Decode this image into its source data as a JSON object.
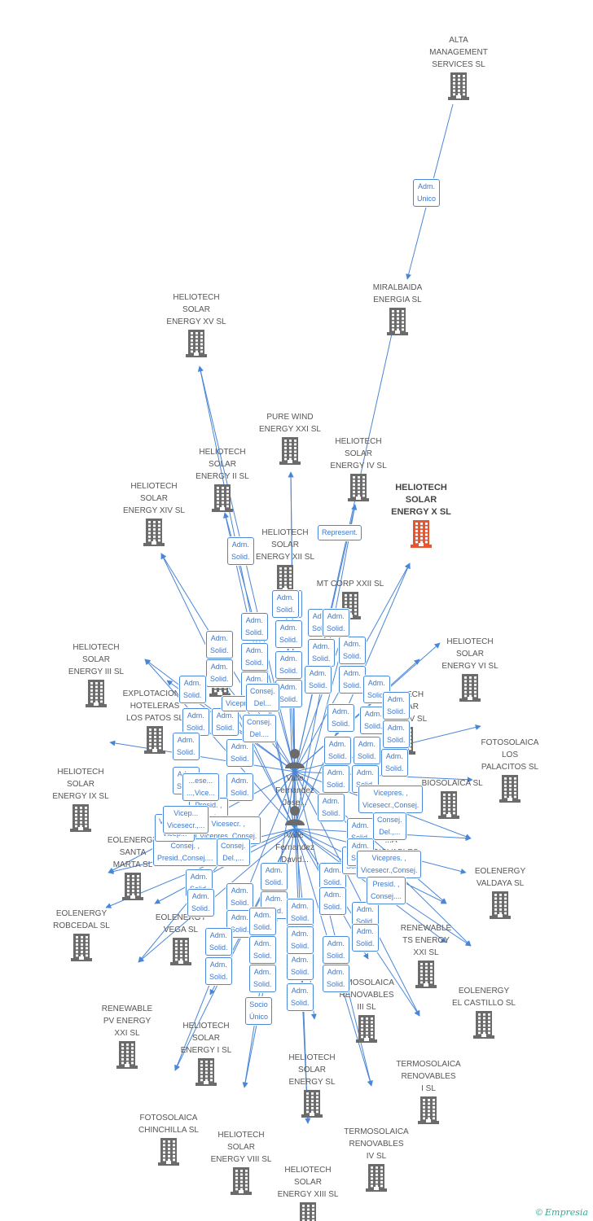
{
  "colors": {
    "edge": "#4a86d8",
    "building": "#6b6b6b",
    "main": "#e8552e",
    "rel_text": "#3d78cc"
  },
  "nodes": [
    {
      "id": "alta",
      "label": "ALTA\nMANAGEMENT\nSERVICES SL",
      "main": false
    },
    {
      "id": "miral",
      "label": "MIRALBAIDA\nENERGIA SL",
      "main": false
    },
    {
      "id": "h15",
      "label": "HELIOTECH\nSOLAR\nENERGY XV SL",
      "main": false
    },
    {
      "id": "pure",
      "label": "PURE WIND\nENERGY XXI SL",
      "main": false
    },
    {
      "id": "h2",
      "label": "HELIOTECH\nSOLAR\nENERGY II SL",
      "main": false
    },
    {
      "id": "h4",
      "label": "HELIOTECH\nSOLAR\nENERGY IV SL",
      "main": false
    },
    {
      "id": "h10",
      "label": "HELIOTECH\nSOLAR\nENERGY X SL",
      "main": true
    },
    {
      "id": "h14",
      "label": "HELIOTECH\nSOLAR\nENERGY XIV SL",
      "main": false
    },
    {
      "id": "h12",
      "label": "HELIOTECH\nSOLAR\nENERGY XII SL",
      "main": false
    },
    {
      "id": "mt",
      "label": "MT CORP XXII SL",
      "main": false
    },
    {
      "id": "h3",
      "label": "HELIOTECH\nSOLAR\nENERGY III SL",
      "main": false
    },
    {
      "id": "eolvald",
      "label": "EOL...\nVALD...",
      "main": false
    },
    {
      "id": "h6",
      "label": "HELIOTECH\nSOLAR\nENERGY VI SL",
      "main": false
    },
    {
      "id": "explo",
      "label": "EXPLOTACION...\nHOTELERAS\nLOS PATOS SL",
      "main": false
    },
    {
      "id": "h5",
      "label": "...IOTECH\nSOLAR\n...RGY V SL",
      "main": false
    },
    {
      "id": "fpal",
      "label": "FOTOSOLAICA\nLOS\nPALACITOS SL",
      "main": false
    },
    {
      "id": "h9",
      "label": "HELIOTECH\nSOLAR\nENERGY IX SL",
      "main": false
    },
    {
      "id": "bios",
      "label": "...BIOSOLAICA SL",
      "main": false
    },
    {
      "id": "esm",
      "label": "EOLENERGY\nSANTA\nMARTA SL",
      "main": false
    },
    {
      "id": "evaldaya",
      "label": "EOLENERGY\nVALDAYA SL",
      "main": false
    },
    {
      "id": "erob",
      "label": "EOLENERGY\nROBCEDAL SL",
      "main": false
    },
    {
      "id": "evega",
      "label": "EOLENERGY\nVEGA SL",
      "main": false
    },
    {
      "id": "rts",
      "label": "RENEWABLE\nTS ENERGY\nXXI SL",
      "main": false
    },
    {
      "id": "ecast",
      "label": "EOLENERGY\nEL CASTILLO SL",
      "main": false
    },
    {
      "id": "rpv",
      "label": "RENEWABLE\nPV ENERGY\nXXI SL",
      "main": false
    },
    {
      "id": "tr3",
      "label": "...MOSOLAICA\nRENOVABLES\nIII SL",
      "main": false
    },
    {
      "id": "h1",
      "label": "HELIOTECH\nSOLAR\nENERGY I SL",
      "main": false
    },
    {
      "id": "hsol",
      "label": "HELIOTECH\nSOLAR\nENERGY SL",
      "main": false
    },
    {
      "id": "tr1",
      "label": "TERMOSOLAICA\nRENOVABLES\nI SL",
      "main": false
    },
    {
      "id": "fchin",
      "label": "FOTOSOLAICA\nCHINCHILLA SL",
      "main": false
    },
    {
      "id": "h8",
      "label": "HELIOTECH\nSOLAR\nENERGY VIII SL",
      "main": false
    },
    {
      "id": "tr4",
      "label": "TERMOSOLAICA\nRENOVABLES\nIV SL",
      "main": false
    },
    {
      "id": "h13",
      "label": "HELIOTECH\nSOLAR\nENERGY XIII SL",
      "main": false
    },
    {
      "id": "tren",
      "label": "...A\nRENOVABLES",
      "main": false
    }
  ],
  "persons": [
    {
      "id": "p1",
      "label": "Valle\nFernandez\nJose..."
    },
    {
      "id": "p2",
      "label": "Valle\nFernandez\nDavid..."
    }
  ],
  "relations": [
    {
      "id": "r_alta",
      "text": "Adm.\nUnico"
    },
    {
      "id": "r_rep",
      "text": "Represent."
    },
    {
      "id": "r1",
      "text": "Adm.\nSolid."
    },
    {
      "id": "r2",
      "text": "Adm.\nSolid."
    },
    {
      "id": "r3",
      "text": "Adm.\nSolid."
    },
    {
      "id": "r4",
      "text": "Adm.\nSolid."
    },
    {
      "id": "r5",
      "text": "Adm.\nSolid."
    },
    {
      "id": "r6",
      "text": "Adm.\nSolid."
    },
    {
      "id": "r7",
      "text": "Adm.\nSolid."
    },
    {
      "id": "r8",
      "text": "Adm.\nSolid."
    },
    {
      "id": "r9",
      "text": "Adm.\nSolid."
    },
    {
      "id": "r10",
      "text": "Adm.\nSolid."
    },
    {
      "id": "r11",
      "text": "Adm.\nSolid."
    },
    {
      "id": "r12",
      "text": "Adm.\nSolid."
    },
    {
      "id": "r13",
      "text": "Adm.\nSolid."
    },
    {
      "id": "r14",
      "text": "Adm.\nSolid."
    },
    {
      "id": "r15",
      "text": "Adm.\nSolid."
    },
    {
      "id": "r16",
      "text": "Adm.\nSolid."
    },
    {
      "id": "r17",
      "text": "Adm.\nSolid."
    },
    {
      "id": "r18",
      "text": "Adm.\nSolid."
    },
    {
      "id": "r19",
      "text": "Adm.\nSolid."
    },
    {
      "id": "r20",
      "text": "Adm.\nSolid."
    },
    {
      "id": "r21",
      "text": "Adm.\nSolid."
    },
    {
      "id": "r22",
      "text": "Adm.\nSolid."
    },
    {
      "id": "r23",
      "text": "Adm.\nSolid."
    },
    {
      "id": "r24",
      "text": "Adm.\nSolid."
    },
    {
      "id": "r25",
      "text": "Adm.\nSolid."
    },
    {
      "id": "r26",
      "text": "Adm.\nSolid."
    },
    {
      "id": "r27",
      "text": "Adm.\nSolid."
    },
    {
      "id": "r28",
      "text": "Adm.\nSolid."
    },
    {
      "id": "r29",
      "text": "Adm.\nSolid."
    },
    {
      "id": "r30",
      "text": "Adm.\nSolid."
    },
    {
      "id": "r31",
      "text": "Adm.\nSolid."
    },
    {
      "id": "r32",
      "text": "Adm.\nSolid."
    },
    {
      "id": "r33",
      "text": "Adm.\nSolid."
    },
    {
      "id": "r34",
      "text": "Adm.\nSolid."
    },
    {
      "id": "r35",
      "text": "Adm.\nSolid."
    },
    {
      "id": "r36",
      "text": "Adm.\nSolid."
    },
    {
      "id": "r37",
      "text": "Adm.\nSolid."
    },
    {
      "id": "r38",
      "text": "Adm.\nSolid."
    },
    {
      "id": "r39",
      "text": "Adm.\nSolid."
    },
    {
      "id": "r40",
      "text": "Adm.\nSolid."
    },
    {
      "id": "r41",
      "text": "Adm.\nSolid."
    },
    {
      "id": "r42",
      "text": "Adm.\nSolid."
    },
    {
      "id": "r43",
      "text": "Adm.\nSolid."
    },
    {
      "id": "r44",
      "text": "Adm.\nSolid."
    },
    {
      "id": "r45",
      "text": "Adm.\nSolid."
    },
    {
      "id": "r46",
      "text": "Adm.\nSolid."
    },
    {
      "id": "r47",
      "text": "Adm.\nSolid."
    },
    {
      "id": "r48",
      "text": "Adm.\nSolid."
    },
    {
      "id": "r49",
      "text": "Adm.\nSolid."
    },
    {
      "id": "r50",
      "text": "Adm.\nSolid."
    },
    {
      "id": "r51",
      "text": "Adm.\nSolid."
    },
    {
      "id": "r52",
      "text": "Adm.\nSolid."
    },
    {
      "id": "r53",
      "text": "Adm.\nSolid."
    },
    {
      "id": "r54",
      "text": "Adm.\nSolid."
    },
    {
      "id": "r55",
      "text": "Adm.\nSolid."
    },
    {
      "id": "r56",
      "text": "Adm.\nSolid."
    },
    {
      "id": "r57",
      "text": "Adm.\nSolid."
    },
    {
      "id": "r58",
      "text": "Adm.\nSolid."
    },
    {
      "id": "r59",
      "text": "Adm.\nSolid."
    },
    {
      "id": "r60",
      "text": "Adm.\nSolid."
    },
    {
      "id": "rc1",
      "text": "Consej.\nDel...."
    },
    {
      "id": "rc2",
      "text": "Vicepres.,Vi..."
    },
    {
      "id": "rc3",
      "text": "Consej.\nDel..."
    },
    {
      "id": "rc4",
      "text": "Vicepres. ,\nVicesecr.,Consej."
    },
    {
      "id": "rc5",
      "text": "Consej.\nDel.,..."
    },
    {
      "id": "rc6",
      "text": "Vicepres. ,\nVicesecr.,Consej."
    },
    {
      "id": "rc7",
      "text": "Presid. ,\nConsej...."
    },
    {
      "id": "rc8",
      "text": "Vicesecr. ,\nVicepres.,Consej."
    },
    {
      "id": "rc9",
      "text": "Consej. ,\nPresid.,Consej...."
    },
    {
      "id": "rc10",
      "text": "Consej.\nDel.,..."
    },
    {
      "id": "rc11",
      "text": "Presid. ,\nConsej...."
    },
    {
      "id": "rc12",
      "text": "Vicesecr.,\nVicep..."
    },
    {
      "id": "rc13",
      "text": "Vicep...\nVicesecr.,..."
    },
    {
      "id": "rc14",
      "text": "...ese...\n...,Vice..."
    },
    {
      "id": "rsu",
      "text": "Socio\nÚnico"
    }
  ],
  "footer": {
    "copyright": "©",
    "brand": "Empresia"
  }
}
